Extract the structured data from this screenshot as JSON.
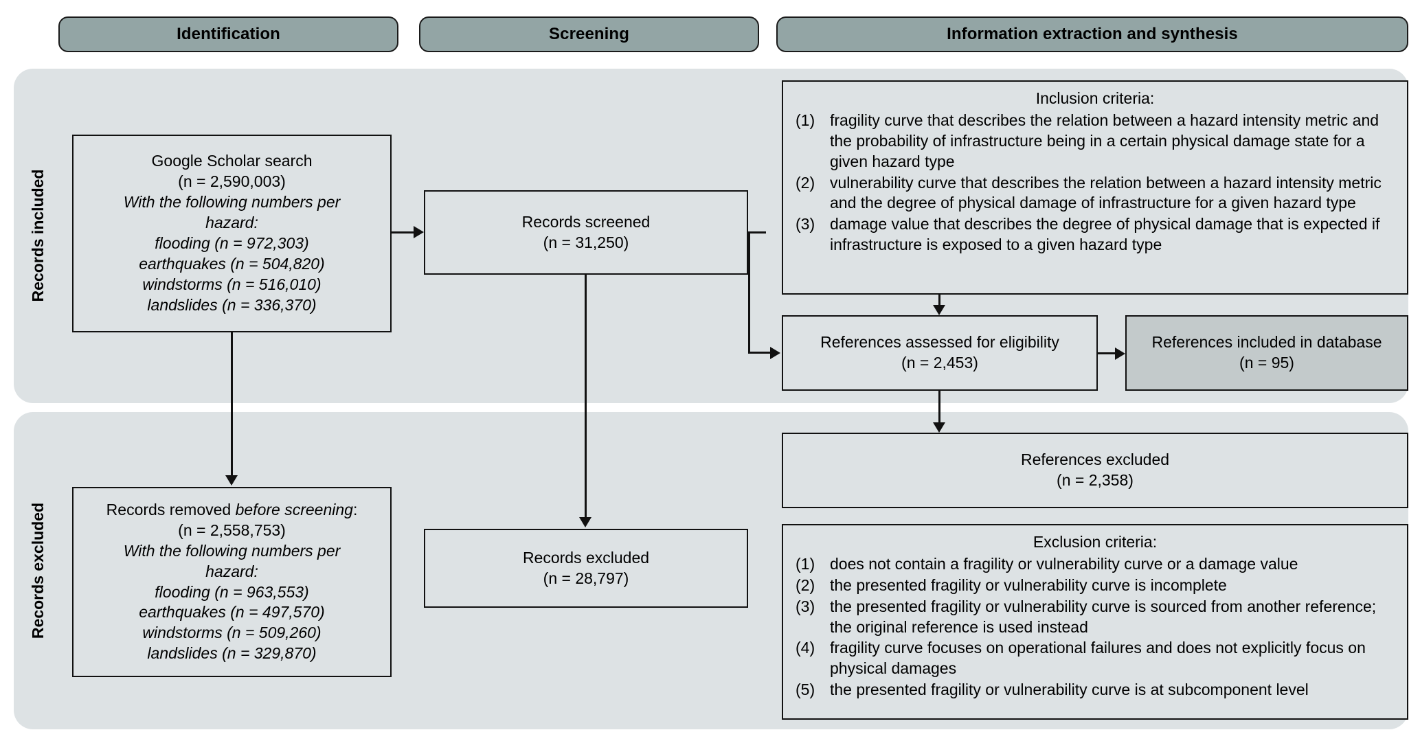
{
  "phases": [
    {
      "id": "identification",
      "label": "Identification"
    },
    {
      "id": "screening",
      "label": "Screening"
    },
    {
      "id": "synthesis",
      "label": "Information extraction and synthesis"
    }
  ],
  "side_labels": [
    {
      "id": "records-included",
      "label": "Records included"
    },
    {
      "id": "records-excluded",
      "label": "Records excluded"
    }
  ],
  "boxes": {
    "google_scholar": {
      "title": "Google Scholar search",
      "count": "(n = 2,590,003)",
      "note_line1": "With the following numbers per",
      "note_line2": "hazard:",
      "hazards": [
        "flooding  (n = 972,303)",
        "earthquakes (n = 504,820)",
        "windstorms (n = 516,010)",
        "landslides  (n = 336,370)"
      ]
    },
    "records_screened": {
      "title": "Records screened",
      "count": "(n = 31,250)"
    },
    "records_removed": {
      "title_plain": "Records removed ",
      "title_italic": "before screening",
      "title_tail": ":",
      "count": "(n = 2,558,753)",
      "note_line1": "With the following numbers per",
      "note_line2": "hazard:",
      "hazards": [
        "flooding  (n = 963,553)",
        "earthquakes (n = 497,570)",
        "windstorms (n = 509,260)",
        "landslides  (n = 329,870)"
      ]
    },
    "records_excluded": {
      "title": "Records excluded",
      "count": "(n = 28,797)"
    },
    "inclusion_criteria": {
      "title": "Inclusion criteria:",
      "items": [
        {
          "num": "(1)",
          "text": "fragility curve that describes the relation between a hazard intensity metric and the probability of infrastructure being in a certain physical damage state for a given hazard type"
        },
        {
          "num": "(2)",
          "text": "vulnerability curve that describes the relation between a hazard intensity metric and the degree of physical damage of infrastructure for a given hazard type"
        },
        {
          "num": "(3)",
          "text": "damage value that describes the degree of physical damage that is expected if infrastructure is exposed to a given hazard type"
        }
      ]
    },
    "references_assessed": {
      "title": "References assessed for eligibility",
      "count": "(n = 2,453)"
    },
    "references_included": {
      "title": "References included in database",
      "count": "(n = 95)"
    },
    "references_excluded": {
      "title": "References excluded",
      "count": "(n = 2,358)"
    },
    "exclusion_criteria": {
      "title": "Exclusion criteria:",
      "items": [
        {
          "num": "(1)",
          "text": "does not contain a fragility or vulnerability curve or a damage value"
        },
        {
          "num": "(2)",
          "text": "the presented fragility or vulnerability curve is incomplete"
        },
        {
          "num": "(3)",
          "text": "the presented fragility or vulnerability curve is sourced from another reference; the original reference is used instead"
        },
        {
          "num": "(4)",
          "text": "fragility curve focuses on operational failures and does not explicitly focus on physical damages"
        },
        {
          "num": "(5)",
          "text": "the presented fragility or vulnerability curve is at subcomponent level"
        }
      ]
    }
  },
  "colors": {
    "phase_bar_fill": "#93a5a5",
    "panel_fill": "#dde2e4",
    "box_fill": "#dde2e4",
    "highlight_box_fill": "#c3cacb",
    "stroke": "#111111"
  }
}
